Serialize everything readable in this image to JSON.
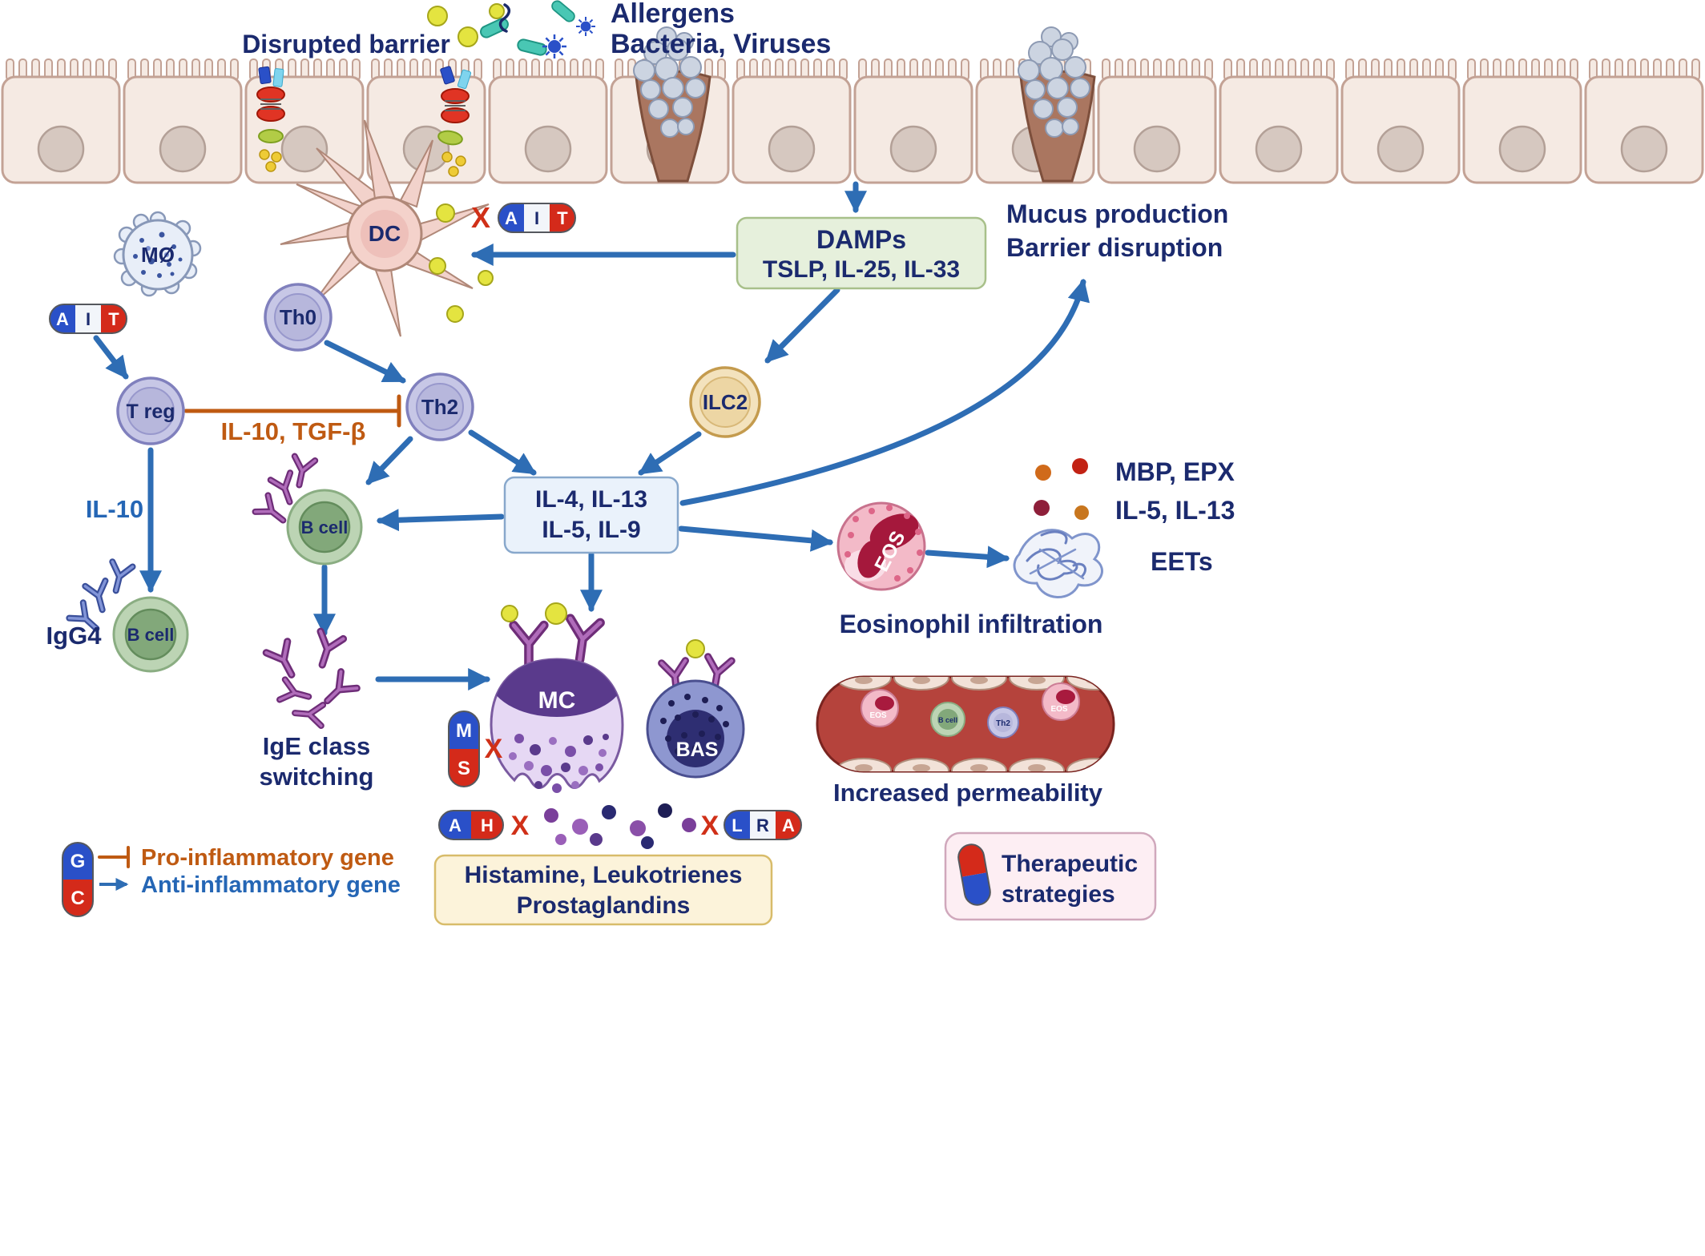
{
  "colors": {
    "navy_text": "#1b2a6e",
    "orange_text": "#bf5a12",
    "arrow_blue": "#2e6db4",
    "x_red": "#d03018",
    "pill_blue": "#2a50c8",
    "pill_red": "#d42a1a",
    "damps_box_fill": "#e6f0dc",
    "il_box_fill": "#eaf2fb",
    "histamine_box_fill": "#fcf3da",
    "therapeutic_box_fill": "#fdeef3"
  },
  "top": {
    "disrupted_barrier": "Disrupted barrier",
    "allergens1": "Allergens",
    "allergens2": "Bacteria, Viruses",
    "mucus1": "Mucus production",
    "mucus2": "Barrier disruption"
  },
  "boxes": {
    "damps1": "DAMPs",
    "damps2": "TSLP, IL-25, IL-33",
    "il1": "IL-4, IL-13",
    "il2": "IL-5, IL-9",
    "hist1": "Histamine, Leukotrienes",
    "hist2": "Prostaglandins",
    "ther1": "Therapeutic",
    "ther2": "strategies"
  },
  "cells": {
    "mo": "MØ",
    "dc": "DC",
    "th0": "Th0",
    "treg": "T reg",
    "th2": "Th2",
    "ilc2": "ILC2",
    "bcell": "B cell",
    "bcell2": "B cell",
    "mc": "MC",
    "bas": "BAS",
    "eos": "EOS",
    "v_bcell": "B cell",
    "v_th2": "Th2",
    "v_eos1": "EOS",
    "v_eos2": "EOS"
  },
  "labels": {
    "il10_tgfb": "IL-10, TGF-β",
    "il10": "IL-10",
    "igg4": "IgG4",
    "ige1": "IgE class",
    "ige2": "switching",
    "eos_inf": "Eosinophil infiltration",
    "mbp1": "MBP, EPX",
    "mbp2": "IL-5, IL-13",
    "eets": "EETs",
    "perm": "Increased permeability",
    "pro": "Pro-inflammatory gene",
    "anti": "Anti-inflammatory gene"
  },
  "pills": {
    "ait_a": "A",
    "ait_i": "I",
    "ait_t": "T",
    "ms_m": "M",
    "ms_s": "S",
    "ah_a": "A",
    "ah_h": "H",
    "lra_l": "L",
    "lra_r": "R",
    "lra_a": "A",
    "gc_g": "G",
    "gc_c": "C",
    "x": "X"
  }
}
